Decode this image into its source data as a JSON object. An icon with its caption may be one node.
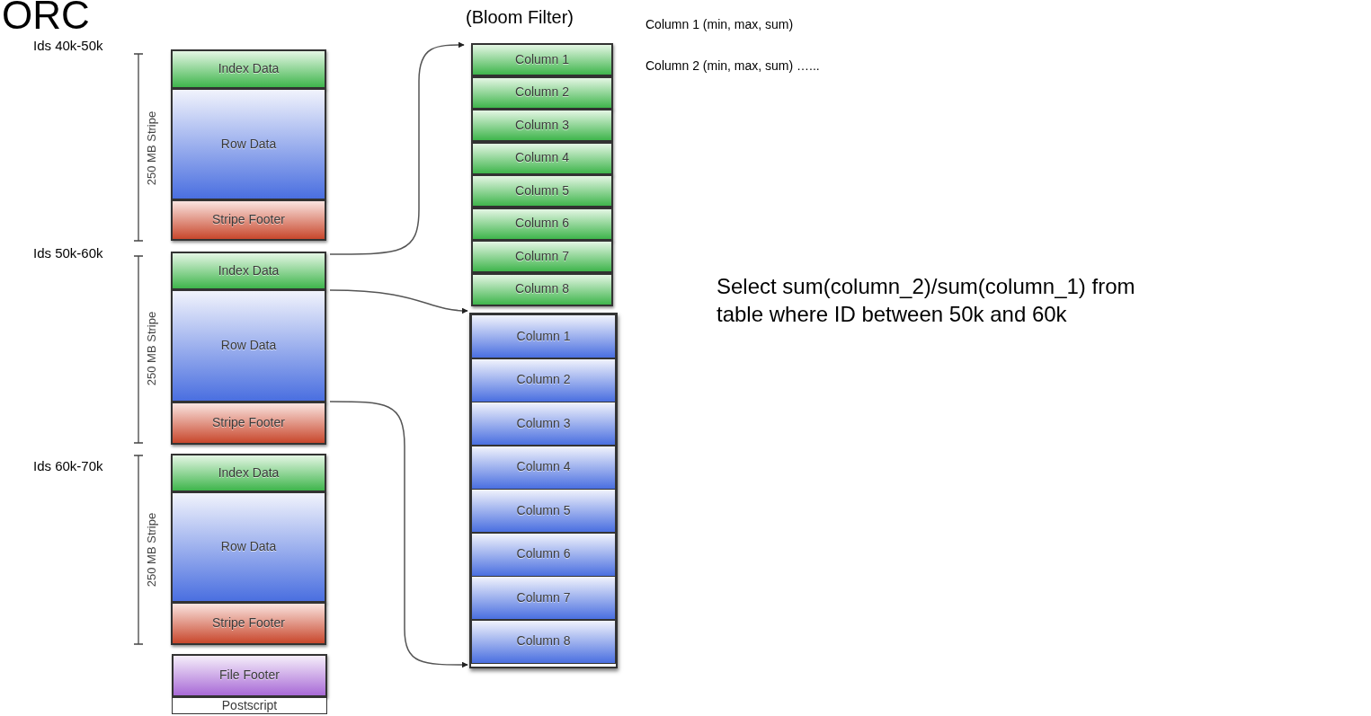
{
  "diagram": {
    "title": "ORC",
    "nodes": [
      {
        "text": [
          "Index Data"
        ]
      },
      {
        "text": [
          "Row Data"
        ]
      },
      {
        "text": [
          "Stripe Footer"
        ]
      },
      {
        "text": [
          "Index Data"
        ]
      },
      {
        "text": [
          "Row Data"
        ]
      },
      {
        "text": [
          "Stripe Footer"
        ]
      },
      {
        "text": [
          "Index Data"
        ]
      },
      {
        "text": [
          "Row Data"
        ]
      },
      {
        "text": [
          "Stripe Footer"
        ]
      },
      {
        "text": [
          "File Footer"
        ]
      },
      {
        "text": [
          "Postscript"
        ]
      },
      {
        "text": [
          "(Bloom Filter)"
        ]
      },
      {
        "text": [
          "Column 1"
        ],
        "in": 11
      },
      {
        "text": [
          "Column 2"
        ],
        "in": 11
      },
      {
        "text": [
          "Column 3"
        ],
        "in": 11
      },
      {
        "text": [
          "Column 4"
        ],
        "in": 11
      },
      {
        "text": [
          "Column 5"
        ],
        "in": 11
      },
      {
        "text": [
          "Column 6"
        ],
        "in": 11
      },
      {
        "text": [
          "Column 7"
        ],
        "in": 11
      },
      {
        "text": [
          "Column 8"
        ],
        "in": 11
      },
      {
        "text": [],
        "shape": "box"
      },
      {
        "text": [
          "Column 1"
        ],
        "in": 20
      },
      {
        "text": [
          "Column 2"
        ],
        "in": 20
      },
      {
        "text": [
          "Column 3"
        ],
        "in": 20
      },
      {
        "text": [
          "Column 4"
        ],
        "in": 20
      },
      {
        "text": [
          "Column 5"
        ],
        "in": 20
      },
      {
        "text": [
          "Column 6"
        ],
        "in": 20
      },
      {
        "text": [
          "Column 7"
        ],
        "in": 20
      },
      {
        "text": [
          "Column 8"
        ],
        "in": 20
      }
    ],
    "edges": [
      {
        "from": 3,
        "to": 11,
        "arrow": "to"
      },
      {
        "from": 4,
        "to": 20,
        "arrow": "to"
      },
      {
        "from": 4,
        "to": 20,
        "arrow": "to"
      }
    ],
    "labels": [
      "Ids 40k-50k",
      "250 MB Stripe",
      "Ids 50k-60k",
      "250 MB Stripe",
      "Ids 60k-70k",
      "250 MB Stripe",
      "Column 1 (min, max, sum)",
      "Column 2 (min, max, sum) …...",
      "Select sum(column_2)/sum(column_1) from table where ID between 50k and 60k"
    ]
  }
}
